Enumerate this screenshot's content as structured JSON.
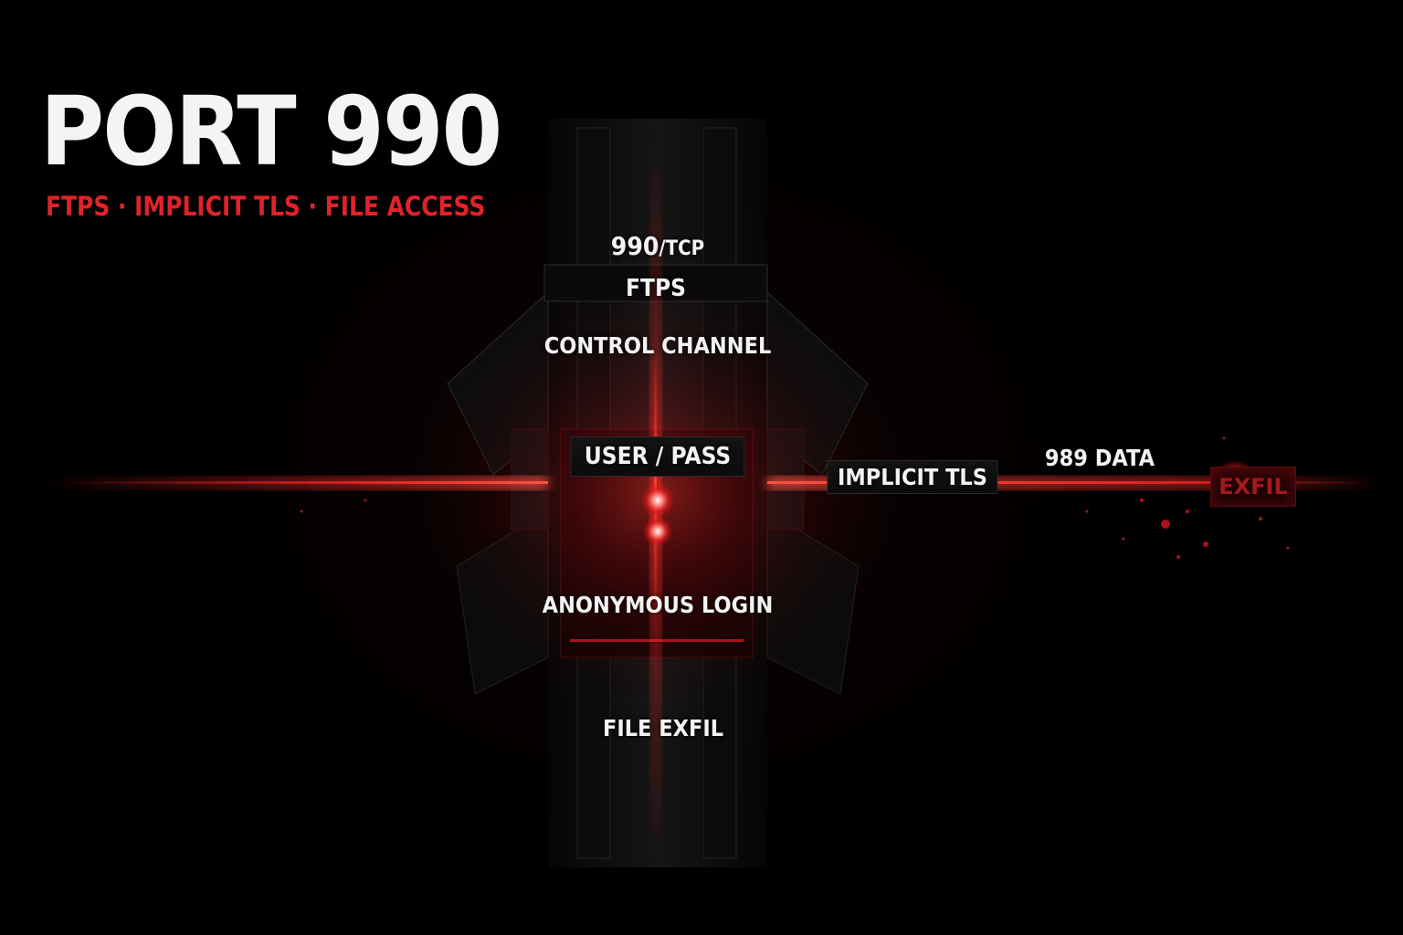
{
  "title": "PORT 990",
  "subtitle": "FTPS · IMPLICIT TLS · FILE ACCESS",
  "labels": {
    "port_number": "990",
    "port_protocol": "/TCP",
    "service": "FTPS",
    "control_channel": "CONTROL CHANNEL",
    "credentials": "USER / PASS",
    "implicit_tls": "IMPLICIT TLS",
    "data_port": "989 DATA",
    "exfil_tag": "EXFIL",
    "anonymous_login": "ANONYMOUS LOGIN",
    "file_exfil": "FILE EXFIL"
  },
  "colors": {
    "background": "#000000",
    "accent_red": "#e0222a",
    "glow_red": "#ff2a2a",
    "text_white": "#f3f3f3"
  }
}
